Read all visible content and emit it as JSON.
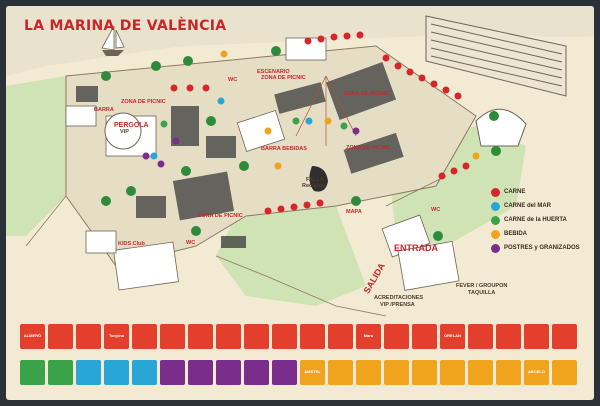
{
  "map": {
    "title": "LA MARINA DE VALÈNCIA",
    "labels": {
      "zona_picnic_1": "ZONA DE PICNIC",
      "zona_picnic_2": "ZONA DE PICNIC",
      "zona_picnic_3": "ZONA DE PICNIC",
      "zona_picnic_4": "ZONA DE PICNIC",
      "zona_picnic_5": "ZONA DE PICNIC",
      "escenario": "ESCENARIO",
      "pergola": "PERGOLA",
      "pergola_sub": "VIP",
      "barra_bebidas": "BARRA BEBIDAS",
      "falla": "FALLA",
      "falla_sub": "Reciclaje",
      "mapa": "MAPA",
      "entrada": "ENTRADA",
      "salida": "SALIDA",
      "acreditaciones": "ACREDITACIONES",
      "acreditaciones_sub": "VIP /PRENSA",
      "fever": "FEVER / GROUPON",
      "fever_sub": "TAQUILLA",
      "kids_club": "KIDS Club",
      "wc1": "WC",
      "wc2": "WC",
      "wc3": "WC",
      "barra": "BARRA"
    },
    "colors": {
      "carne": "#d7262b",
      "carne_mar": "#2aa6d6",
      "carne_huerta": "#3aa34a",
      "bebida": "#f0a31c",
      "postres": "#7a2d8a"
    }
  },
  "legend": [
    {
      "label": "CARNE",
      "color": "#d7262b"
    },
    {
      "label": "CARNE del MAR",
      "color": "#2aa6d6"
    },
    {
      "label": "CARNE de la HUERTA",
      "color": "#3aa34a"
    },
    {
      "label": "BEBIDA",
      "color": "#f0a31c"
    },
    {
      "label": "POSTRES y GRANIZADOS",
      "color": "#7a2d8a"
    }
  ],
  "sponsors": {
    "row1": [
      {
        "name": "ALMERÓ",
        "color": "#e2402c"
      },
      {
        "name": "",
        "color": "#e2402c"
      },
      {
        "name": "",
        "color": "#e2402c"
      },
      {
        "name": "Tonyina",
        "color": "#e2402c"
      },
      {
        "name": "",
        "color": "#e2402c"
      },
      {
        "name": "",
        "color": "#e2402c"
      },
      {
        "name": "",
        "color": "#e2402c"
      },
      {
        "name": "",
        "color": "#e2402c"
      },
      {
        "name": "",
        "color": "#e2402c"
      },
      {
        "name": "",
        "color": "#e2402c"
      },
      {
        "name": "",
        "color": "#e2402c"
      },
      {
        "name": "",
        "color": "#e2402c"
      },
      {
        "name": "Maru",
        "color": "#e2402c"
      },
      {
        "name": "",
        "color": "#e2402c"
      },
      {
        "name": "",
        "color": "#e2402c"
      },
      {
        "name": "ORELAN",
        "color": "#e2402c"
      },
      {
        "name": "",
        "color": "#e2402c"
      },
      {
        "name": "",
        "color": "#e2402c"
      },
      {
        "name": "",
        "color": "#e2402c"
      },
      {
        "name": "",
        "color": "#e2402c"
      }
    ],
    "row2": [
      {
        "name": "",
        "color": "#3aa34a"
      },
      {
        "name": "",
        "color": "#3aa34a"
      },
      {
        "name": "",
        "color": "#2aa6d6"
      },
      {
        "name": "",
        "color": "#2aa6d6"
      },
      {
        "name": "",
        "color": "#2aa6d6"
      },
      {
        "name": "",
        "color": "#7a2d8a"
      },
      {
        "name": "",
        "color": "#7a2d8a"
      },
      {
        "name": "",
        "color": "#7a2d8a"
      },
      {
        "name": "",
        "color": "#7a2d8a"
      },
      {
        "name": "",
        "color": "#7a2d8a"
      },
      {
        "name": "AMSTEL",
        "color": "#f0a31c"
      },
      {
        "name": "",
        "color": "#f0a31c"
      },
      {
        "name": "",
        "color": "#f0a31c"
      },
      {
        "name": "",
        "color": "#f0a31c"
      },
      {
        "name": "",
        "color": "#f0a31c"
      },
      {
        "name": "",
        "color": "#f0a31c"
      },
      {
        "name": "",
        "color": "#f0a31c"
      },
      {
        "name": "",
        "color": "#f0a31c"
      },
      {
        "name": "ABCELO",
        "color": "#f0a31c"
      },
      {
        "name": "",
        "color": "#f0a31c"
      }
    ]
  }
}
